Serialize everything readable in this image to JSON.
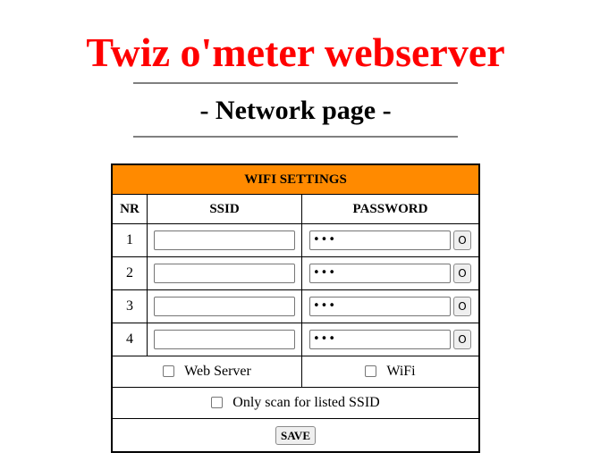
{
  "header": {
    "title": "Twiz o'meter webserver",
    "subtitle": "- Network page -"
  },
  "colors": {
    "title": "#ff0000",
    "table_header_bg": "#ff8a00"
  },
  "wifi_table": {
    "caption": "WIFI SETTINGS",
    "columns": {
      "nr": "NR",
      "ssid": "SSID",
      "password": "PASSWORD"
    },
    "rows": [
      {
        "nr": "1",
        "ssid": "",
        "password": "•••",
        "toggle": "O"
      },
      {
        "nr": "2",
        "ssid": "",
        "password": "•••",
        "toggle": "O"
      },
      {
        "nr": "3",
        "ssid": "",
        "password": "•••",
        "toggle": "O"
      },
      {
        "nr": "4",
        "ssid": "",
        "password": "•••",
        "toggle": "O"
      }
    ],
    "options": {
      "web_server": {
        "label": "Web Server",
        "checked": false
      },
      "wifi": {
        "label": "WiFi",
        "checked": false
      },
      "only_scan": {
        "label": "Only scan for listed SSID",
        "checked": false
      }
    },
    "save_label": "SAVE"
  }
}
